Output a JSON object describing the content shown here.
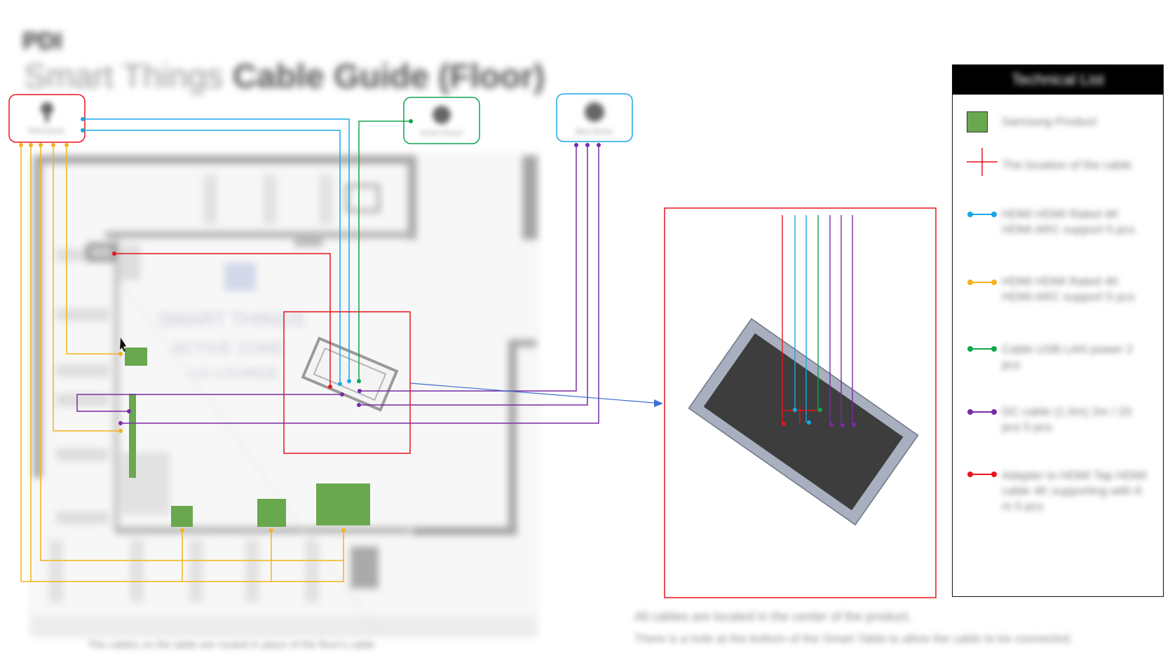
{
  "header": {
    "badge": "PDI",
    "title_prefix": "Smart Things ",
    "title_bold": "Cable Guide (Floor)"
  },
  "devices": {
    "left": "Red Device",
    "middle": "Green Device",
    "right": "Blue Device"
  },
  "floor_label": {
    "line1": "SMART THINGS",
    "line2": "ACTIVE ZONE",
    "line3": "LG LOUNGE"
  },
  "legend": {
    "title": "Technical List",
    "items": [
      {
        "label": "Samsung Product"
      },
      {
        "label": "The location of the cable"
      },
      {
        "label": "HDMI HDMI Rated 4K HDMI ARC support 5 pcs",
        "color": "#1aa7e6"
      },
      {
        "label": "HDMI HDMI Rated 4K HDMI ARC support 5 pcs",
        "color": "#f5b21a"
      },
      {
        "label": "Cable USB LAN power 2 pcs",
        "color": "#12a651"
      },
      {
        "label": "DC cable (1.5m) 2m / 20 pcs 5 pcs",
        "color": "#7a2aa6"
      },
      {
        "label": "Adapter to HDMI Tap HDMI cable 4K supporting with 8 m 5 pcs",
        "color": "#e8141c"
      }
    ]
  },
  "notes": {
    "bottom_left": "The cables on the table are routed in place of the floor's cable",
    "right_line1": "All cables are located in the center of the product.",
    "right_line2": "There is a hole at the bottom of the Smart Table to allow the cable to be connected."
  },
  "colors": {
    "red": "#e8141c",
    "cyan": "#1aa7e6",
    "green": "#12a651",
    "purple": "#7a2aa6",
    "orange": "#f5b21a",
    "product": "#6aa84f",
    "arrow": "#3d6fd1"
  }
}
